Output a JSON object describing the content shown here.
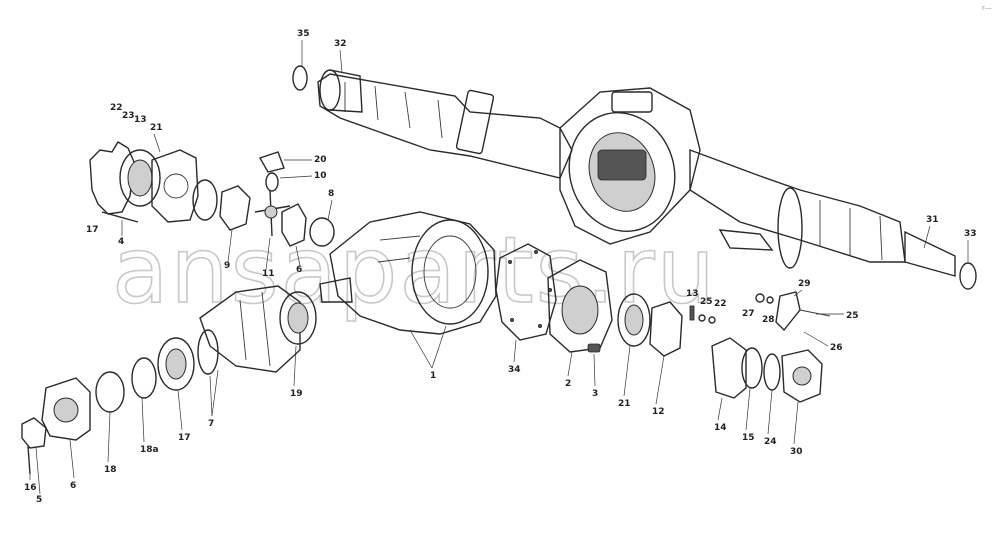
{
  "watermark": "ansaparts.ru",
  "corner_mark": "r—",
  "callouts": [
    "35",
    "32",
    "22",
    "23",
    "13",
    "21",
    "20",
    "10",
    "8",
    "17",
    "4",
    "9",
    "11",
    "6",
    "31",
    "33",
    "1",
    "34",
    "2",
    "3",
    "13",
    "25",
    "22",
    "27",
    "28",
    "29",
    "25",
    "26",
    "19",
    "17",
    "7",
    "21",
    "12",
    "14",
    "15",
    "24",
    "30",
    "16",
    "5",
    "6",
    "18",
    "18a"
  ]
}
